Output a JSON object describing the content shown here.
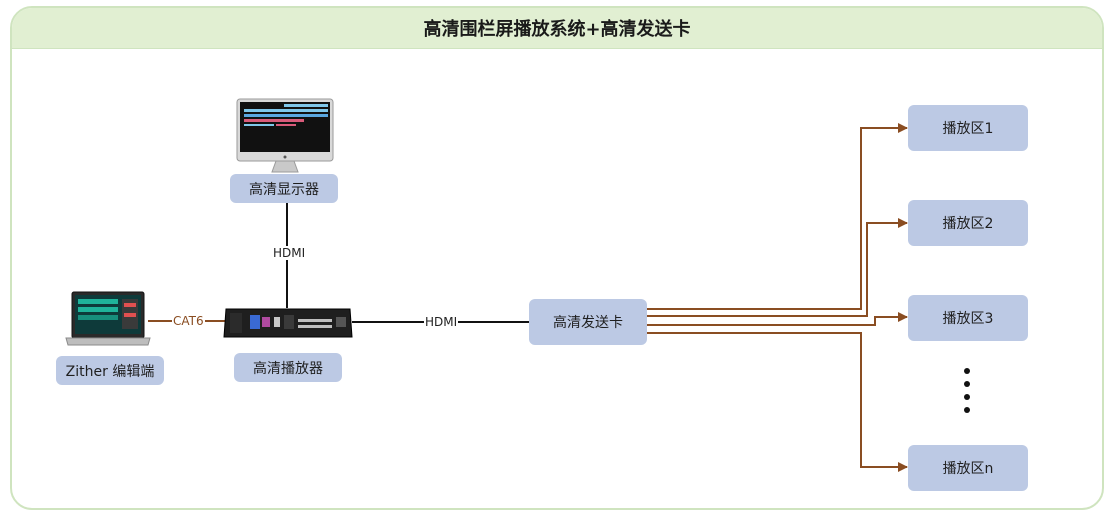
{
  "title": "高清围栏屏播放系统+高清发送卡",
  "nodes": {
    "monitor": "高清显示器",
    "player": "高清播放器",
    "editor": "Zither 编辑端",
    "sender": "高清发送卡",
    "zones": [
      "播放区1",
      "播放区2",
      "播放区3",
      "播放区n"
    ]
  },
  "connections": {
    "monitor_player": "HDMI",
    "player_sender": "HDMI",
    "editor_player": "CAT6"
  },
  "colors": {
    "accent_line": "#8a4d22",
    "label_box": "#bcc9e4",
    "title_bg": "#e1efd2"
  }
}
